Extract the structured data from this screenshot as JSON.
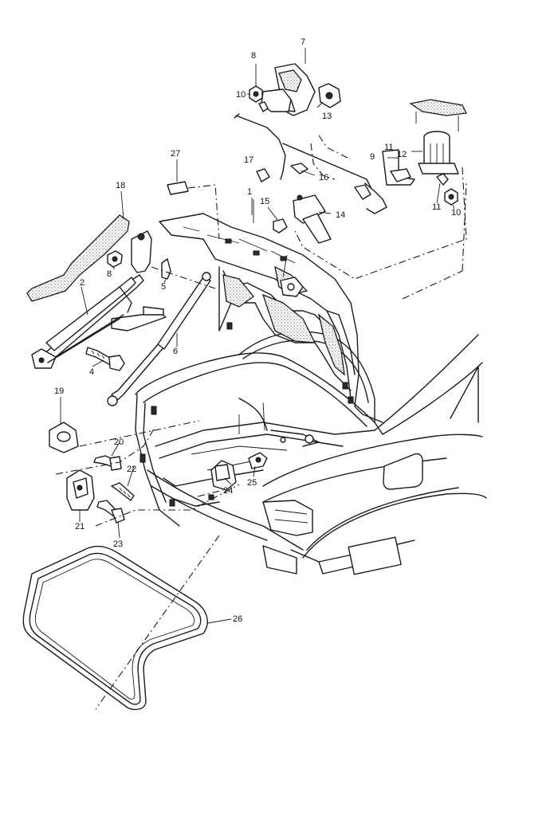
{
  "callouts": [
    "1",
    "2",
    "4",
    "5",
    "6",
    "7",
    "8",
    "8",
    "9",
    "10",
    "10",
    "11",
    "11",
    "12",
    "13",
    "14",
    "15",
    "16",
    "17",
    "18",
    "19",
    "20",
    "21",
    "22",
    "23",
    "24",
    "25",
    "26",
    "27"
  ]
}
